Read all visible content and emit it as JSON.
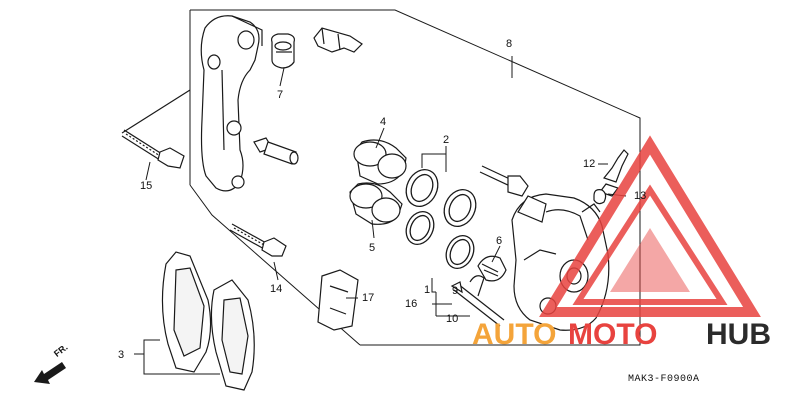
{
  "callouts": {
    "c1": "1",
    "c2": "2",
    "c3": "3",
    "c4": "4",
    "c5": "5",
    "c6": "6",
    "c7": "7",
    "c8": "8",
    "c9": "9",
    "c10": "10",
    "c12": "12",
    "c13": "13",
    "c14": "14",
    "c15": "15",
    "c16": "16",
    "c17": "17"
  },
  "direction_label": "FR.",
  "diagram_code": "MAK3-F0900A",
  "watermark": {
    "part1": "AUTO",
    "part2": "MOTO",
    "part3": "HUB"
  },
  "colors": {
    "line": "#1a1a1a",
    "watermark_red": "#e8433f",
    "watermark_orange": "#f4a43a",
    "watermark_dark": "#2b2b2b"
  }
}
